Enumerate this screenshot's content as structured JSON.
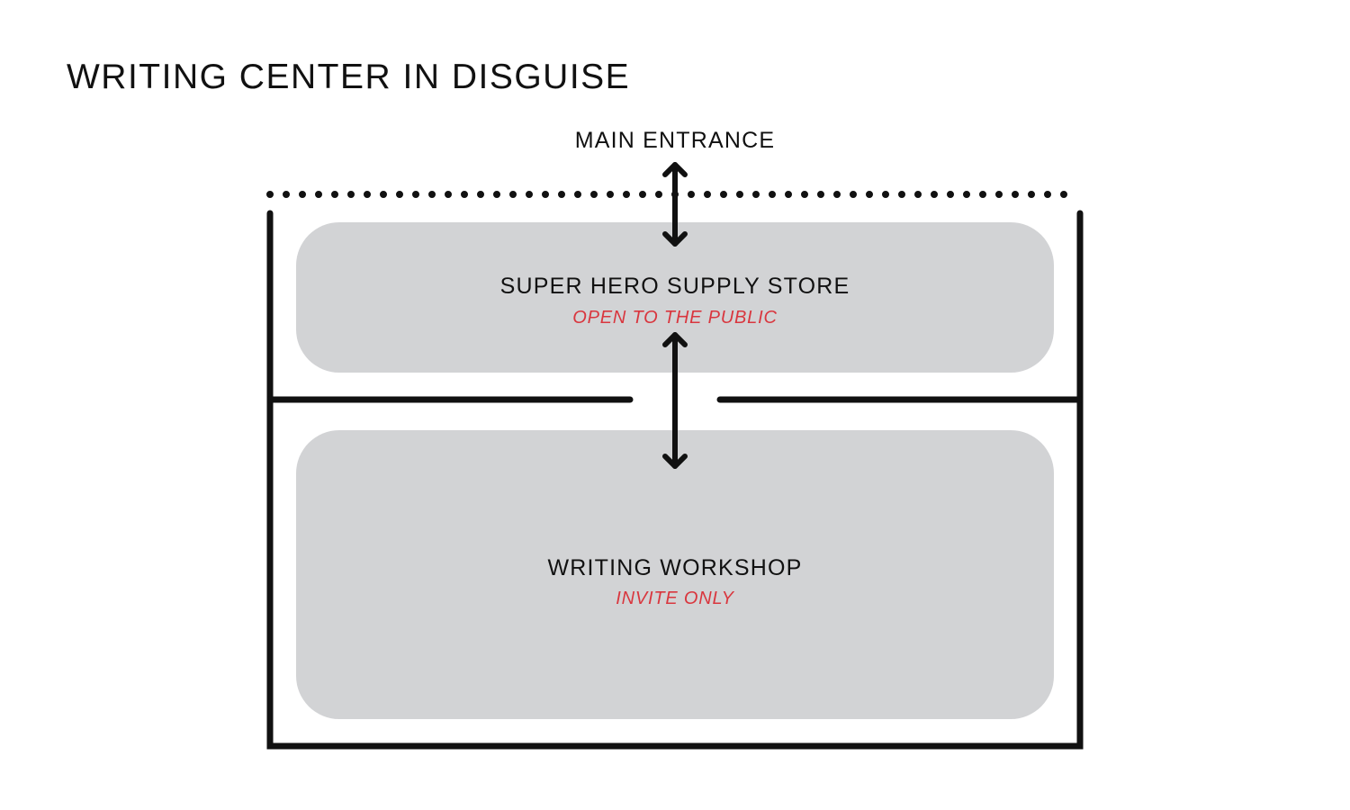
{
  "title": "WRITING CENTER IN DISGUISE",
  "entrance": {
    "label": "MAIN ENTRANCE"
  },
  "rooms": [
    {
      "name": "SUPER HERO SUPPLY STORE",
      "access": "OPEN TO THE PUBLIC"
    },
    {
      "name": "WRITING WORKSHOP",
      "access": "INVITE ONLY"
    }
  ],
  "colors": {
    "text": "#111111",
    "access_text": "#d9363e",
    "room_fill": "#d2d3d5",
    "walls": "#111111"
  }
}
